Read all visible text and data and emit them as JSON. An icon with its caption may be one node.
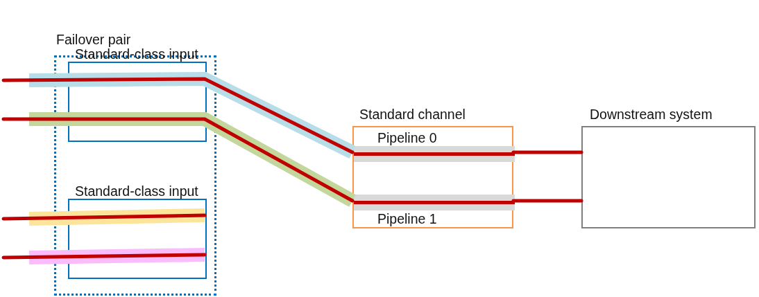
{
  "diagram": {
    "nodes": [
      {
        "text": [
          "Failover pair"
        ]
      },
      {
        "text": [
          "Standard-class input"
        ],
        "in": 0
      },
      {
        "text": [
          "Standard-class input"
        ],
        "in": 0
      },
      {
        "text": [
          "Standard channel"
        ]
      },
      {
        "text": [
          "Pipeline 0"
        ],
        "in": 3
      },
      {
        "text": [
          "Pipeline 1"
        ],
        "in": 3
      },
      {
        "text": [
          "Downstream system"
        ]
      }
    ],
    "edges": [
      {
        "from": null,
        "to": 4,
        "arrow": "none"
      },
      {
        "from": 4,
        "to": 6,
        "arrow": "none"
      },
      {
        "from": null,
        "to": 5,
        "arrow": "none"
      },
      {
        "from": 5,
        "to": 6,
        "arrow": "none"
      },
      {
        "from": null,
        "to": 2,
        "arrow": "none"
      },
      {
        "from": null,
        "to": 2,
        "arrow": "none"
      }
    ]
  }
}
